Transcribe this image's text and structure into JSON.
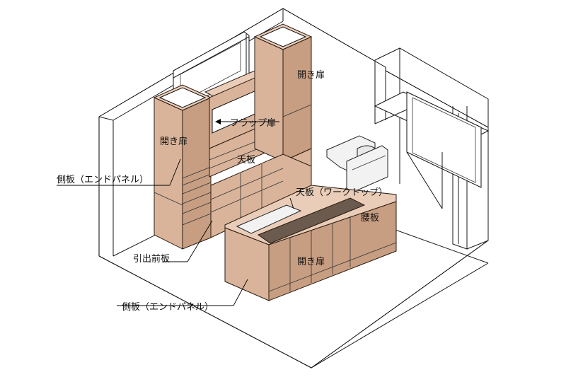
{
  "labels": {
    "hinged_door_top": "開き扉",
    "flap_door": "フラップ扉",
    "hinged_door_left": "開き扉",
    "top_board_upper": "天板",
    "side_panel_upper": "側板（エンドパネル）",
    "worktop": "天板（ワークトップ）",
    "kick_panel": "腰板",
    "drawer_front": "引出前板",
    "hinged_door_island": "開き扉",
    "side_panel_lower": "側板（エンドパネル）"
  },
  "colors": {
    "wood": "#d9b49a",
    "wood_dark": "#c79e82",
    "worktop_dark": "#6b5a4e"
  }
}
